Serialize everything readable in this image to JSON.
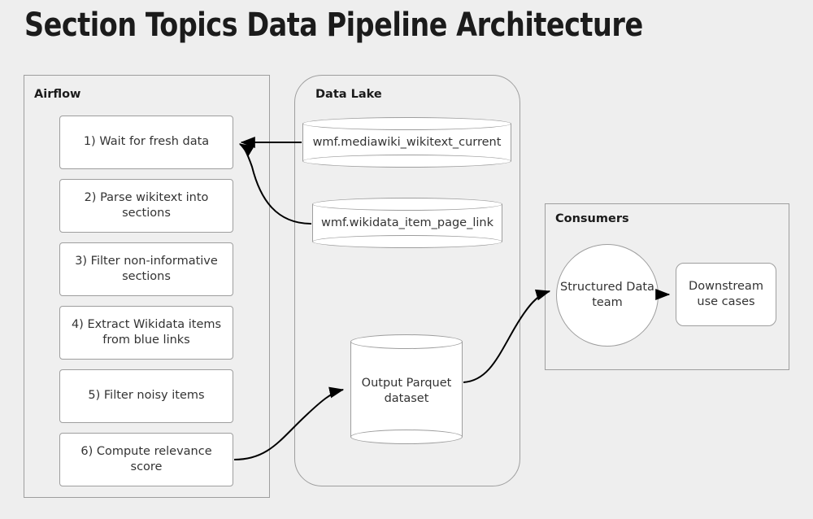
{
  "title": "Section Topics Data Pipeline Architecture",
  "clusters": {
    "airflow": {
      "label": "Airflow"
    },
    "datalake": {
      "label": "Data Lake"
    },
    "consumers": {
      "label": "Consumers"
    }
  },
  "airflow_steps": [
    {
      "label": "1) Wait for fresh data"
    },
    {
      "label": "2) Parse wikitext into sections"
    },
    {
      "label": "3) Filter non-informative sections"
    },
    {
      "label": "4) Extract Wikidata items from blue links"
    },
    {
      "label": "5) Filter noisy items"
    },
    {
      "label": "6) Compute relevance score"
    }
  ],
  "datalake_nodes": [
    {
      "label": "wmf.mediawiki_wikitext_current",
      "shape": "cylinder"
    },
    {
      "label": "wmf.wikidata_item_page_link",
      "shape": "cylinder"
    },
    {
      "label": "Output Parquet dataset",
      "shape": "cylinder"
    }
  ],
  "consumer_nodes": [
    {
      "label": "Structured Data team",
      "shape": "circle"
    },
    {
      "label": "Downstream use cases",
      "shape": "rounded-rect"
    }
  ],
  "edges": [
    {
      "from": "wmf.mediawiki_wikitext_current",
      "to": "1) Wait for fresh data",
      "style": "arrow"
    },
    {
      "from": "wmf.wikidata_item_page_link",
      "to": "1) Wait for fresh data",
      "style": "arrow"
    },
    {
      "from": "6) Compute relevance score",
      "to": "Output Parquet dataset",
      "style": "arrow"
    },
    {
      "from": "Output Parquet dataset",
      "to": "Structured Data team",
      "style": "arrow"
    },
    {
      "from": "Structured Data team",
      "to": "Downstream use cases",
      "style": "arrow"
    }
  ],
  "colors": {
    "background": "#eeeeee",
    "node_fill": "#ffffff",
    "node_stroke": "#9e9e9e",
    "cluster_fill": "#efefef",
    "cluster_stroke": "#9e9e9e",
    "edge_stroke": "#000000",
    "title_text": "#1b1b1b",
    "node_text": "#333333"
  }
}
